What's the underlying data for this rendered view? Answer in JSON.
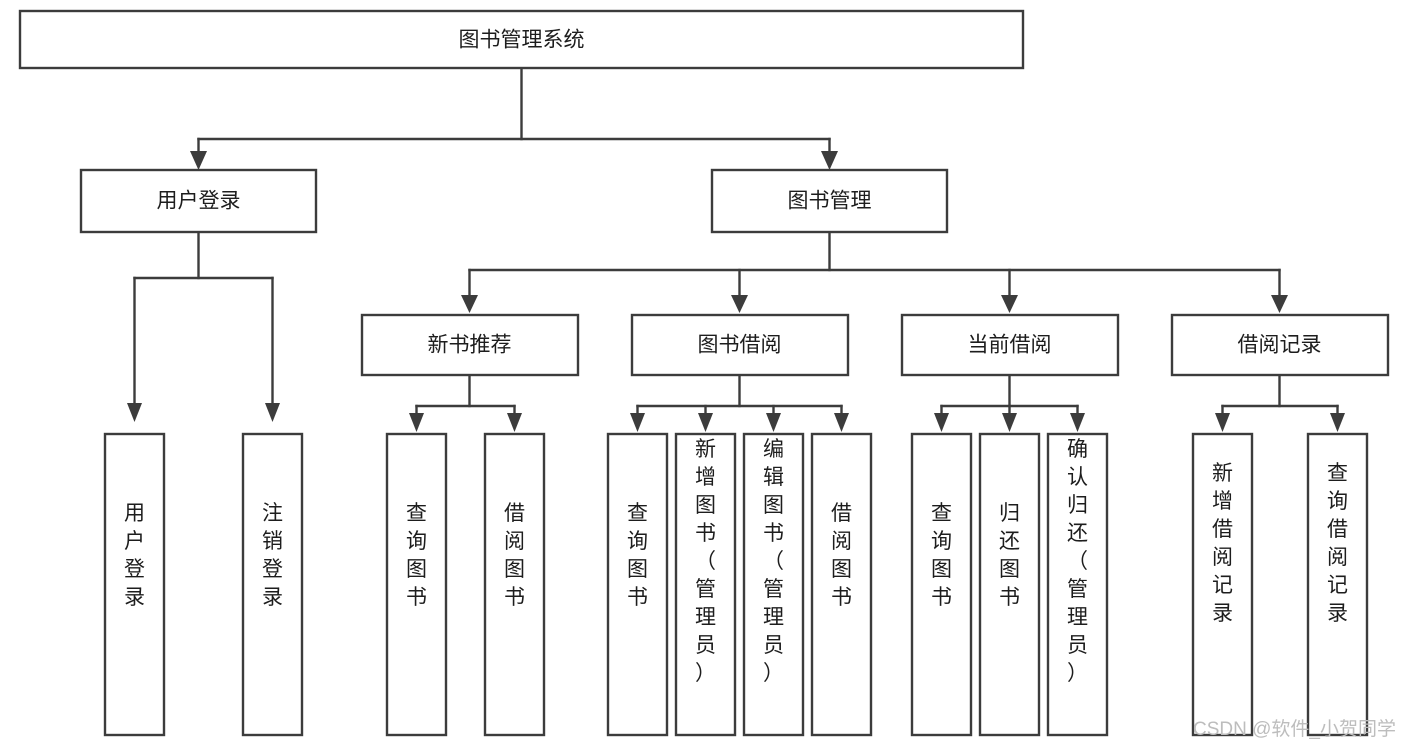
{
  "diagram": {
    "type": "tree",
    "title": "图书管理系统",
    "orientation": "top-down",
    "colors": {
      "box_stroke": "#3c3c3c",
      "box_fill": "#ffffff",
      "connector": "#3c3c3c",
      "text": "#1d1d1d",
      "background": "#ffffff",
      "watermark": "#bdbdbd"
    },
    "root": {
      "id": "root",
      "label": "图书管理系统",
      "orientation": "horizontal"
    },
    "level2": [
      {
        "id": "user-login",
        "label": "用户登录",
        "orientation": "horizontal"
      },
      {
        "id": "book-management",
        "label": "图书管理",
        "orientation": "horizontal"
      }
    ],
    "level3": [
      {
        "id": "new-book-recommend",
        "label": "新书推荐",
        "orientation": "horizontal",
        "parent": "book-management"
      },
      {
        "id": "book-borrow",
        "label": "图书借阅",
        "orientation": "horizontal",
        "parent": "book-management"
      },
      {
        "id": "current-borrow",
        "label": "当前借阅",
        "orientation": "horizontal",
        "parent": "book-management"
      },
      {
        "id": "borrow-record",
        "label": "借阅记录",
        "orientation": "horizontal",
        "parent": "book-management"
      }
    ],
    "leaves": [
      {
        "id": "leaf-user-login",
        "label": "用户登录",
        "orientation": "vertical",
        "parent": "user-login"
      },
      {
        "id": "leaf-logout-login",
        "label": "注销登录",
        "orientation": "vertical",
        "parent": "user-login"
      },
      {
        "id": "leaf-query-book-1",
        "label": "查询图书",
        "orientation": "vertical",
        "parent": "new-book-recommend"
      },
      {
        "id": "leaf-borrow-book-1",
        "label": "借阅图书",
        "orientation": "vertical",
        "parent": "new-book-recommend"
      },
      {
        "id": "leaf-query-book-2",
        "label": "查询图书",
        "orientation": "vertical",
        "parent": "book-borrow"
      },
      {
        "id": "leaf-add-book",
        "label": "新增图书（管理员）",
        "orientation": "vertical",
        "parent": "book-borrow"
      },
      {
        "id": "leaf-edit-book",
        "label": "编辑图书（管理员）",
        "orientation": "vertical",
        "parent": "book-borrow"
      },
      {
        "id": "leaf-borrow-book-2",
        "label": "借阅图书",
        "orientation": "vertical",
        "parent": "book-borrow"
      },
      {
        "id": "leaf-query-book-3",
        "label": "查询图书",
        "orientation": "vertical",
        "parent": "current-borrow"
      },
      {
        "id": "leaf-return-book",
        "label": "归还图书",
        "orientation": "vertical",
        "parent": "current-borrow"
      },
      {
        "id": "leaf-confirm-return",
        "label": "确认归还（管理员）",
        "orientation": "vertical",
        "parent": "current-borrow"
      },
      {
        "id": "leaf-add-record",
        "label": "新增借阅记录",
        "orientation": "vertical",
        "parent": "borrow-record"
      },
      {
        "id": "leaf-query-record",
        "label": "查询借阅记录",
        "orientation": "vertical",
        "parent": "borrow-record"
      }
    ]
  },
  "watermark": {
    "text": "CSDN @软件_小贺同学"
  }
}
